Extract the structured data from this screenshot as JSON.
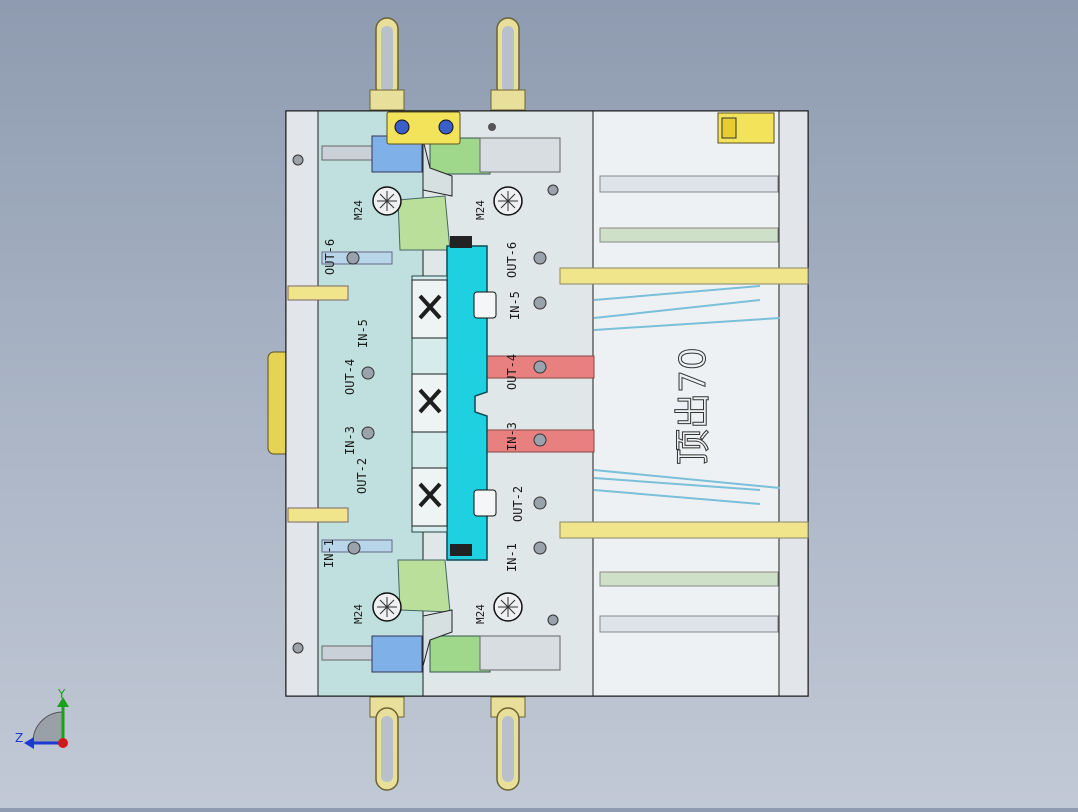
{
  "app": {
    "viewport_background": [
      "#8e9bb0",
      "#c2c9d6"
    ]
  },
  "mold": {
    "plate_text": "顶出70",
    "screw_labels": [
      "M24",
      "M24",
      "M24",
      "M24"
    ],
    "left_column_labels": [
      "OUT-6",
      "IN-5",
      "OUT-4",
      "IN-3",
      "OUT-2",
      "IN-1"
    ],
    "right_column_labels": [
      "OUT-6",
      "IN-5",
      "OUT-4",
      "IN-3",
      "OUT-2",
      "IN-1"
    ],
    "colors": {
      "plate_outline": "#1e1e1e",
      "left_plate": "#bfe0df",
      "insert_cyan": "#1fd0e0",
      "yellow_part": "#f2e35a",
      "blue_tube": "#7fb0e8",
      "green_part": "#9fd88a",
      "red_channel": "#e88080",
      "eye_bolt": "#e8df9a"
    }
  },
  "triad": {
    "y_label": "Y",
    "z_label": "Z",
    "colors": {
      "y": "#1aa01a",
      "z": "#1a3ad0",
      "x": "#d01a1a"
    }
  }
}
